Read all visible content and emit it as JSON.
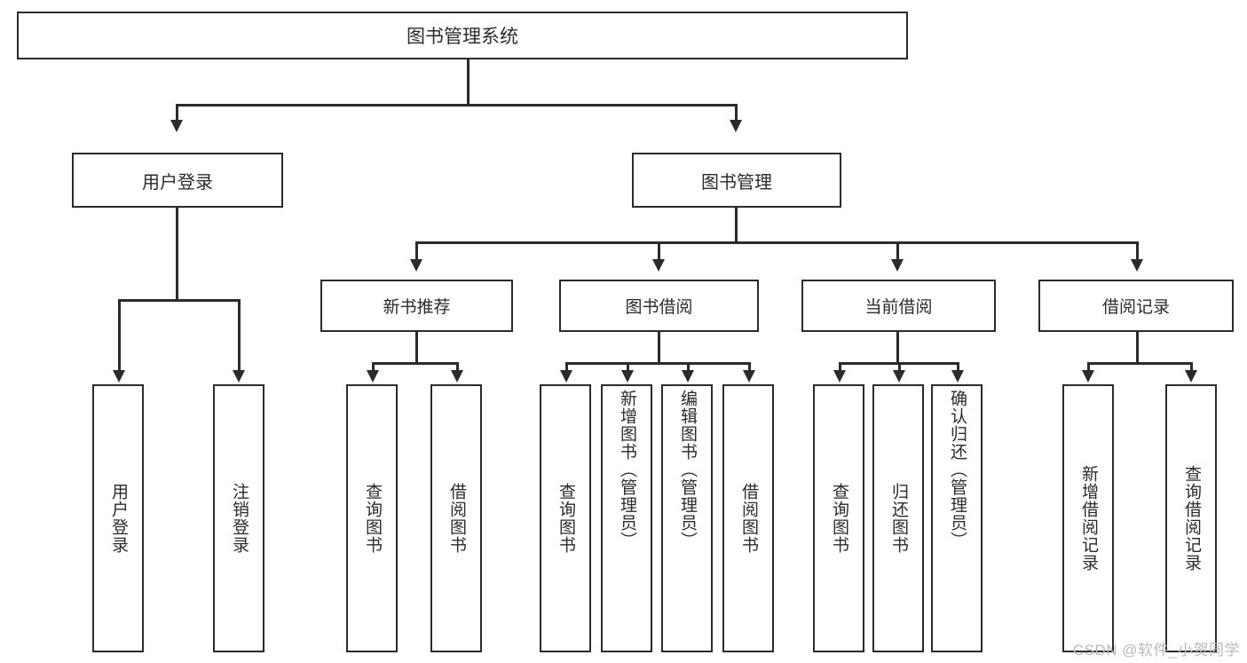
{
  "diagram": {
    "title": "图书管理系统",
    "type": "hierarchy-tree",
    "root": {
      "label": "图书管理系统"
    },
    "level1": [
      {
        "label": "用户登录"
      },
      {
        "label": "图书管理"
      }
    ],
    "level2": [
      {
        "label": "新书推荐"
      },
      {
        "label": "图书借阅"
      },
      {
        "label": "当前借阅"
      },
      {
        "label": "借阅记录"
      }
    ],
    "leaves": {
      "user_login": [
        {
          "label": "用户登录"
        },
        {
          "label": "注销登录"
        }
      ],
      "new_book_recommend": [
        {
          "label": "查询图书"
        },
        {
          "label": "借阅图书"
        }
      ],
      "book_borrow": [
        {
          "label": "查询图书"
        },
        {
          "label": "新增图书（管理员）"
        },
        {
          "label": "编辑图书（管理员）"
        },
        {
          "label": "借阅图书"
        }
      ],
      "current_borrow": [
        {
          "label": "查询图书"
        },
        {
          "label": "归还图书"
        },
        {
          "label": "确认归还（管理员）"
        }
      ],
      "borrow_record": [
        {
          "label": "新增借阅记录"
        },
        {
          "label": "查询借阅记录"
        }
      ]
    }
  },
  "watermark": {
    "text": "CSDN @软件_小贺同学"
  },
  "colors": {
    "stroke": "#2b2b2b",
    "fill": "#ffffff",
    "watermark": "#b9b9b9"
  }
}
